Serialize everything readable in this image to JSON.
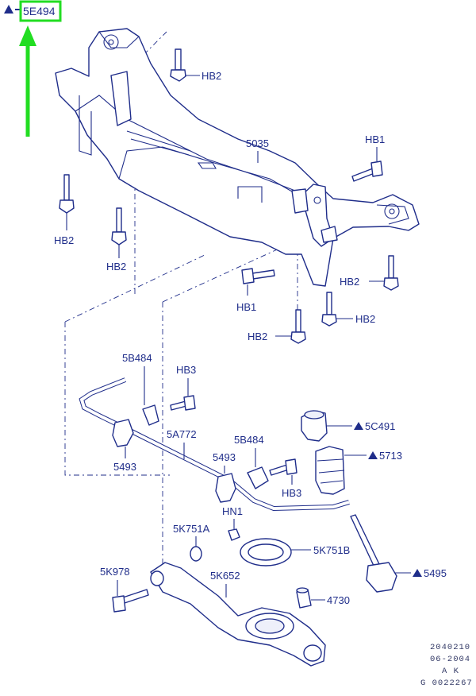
{
  "colors": {
    "line": "#1f2d8a",
    "highlight": "#22dd22",
    "background": "#ffffff"
  },
  "header_label": "5E494",
  "labels": {
    "hb2_a": "HB2",
    "c5035": "5035",
    "hb1_a": "HB1",
    "hb2_b": "HB2",
    "hb2_c": "HB2",
    "hb2_d": "HB2",
    "hb1_b": "HB1",
    "hb2_e": "HB2",
    "hb2_f": "HB2",
    "b5b484_a": "5B484",
    "hb3_a": "HB3",
    "c5a772": "5A772",
    "c5493_a": "5493",
    "c5b484_b": "5B484",
    "c5493_b": "5493",
    "hb3_b": "HB3",
    "hn1": "HN1",
    "c5c491": "5C491",
    "c5713": "5713",
    "c5k751a": "5K751A",
    "c5k751b": "5K751B",
    "c5k978": "5K978",
    "c5k652": "5K652",
    "c5495": "5495",
    "c4730": "4730"
  },
  "footer": {
    "line1": "2040210",
    "line2": "06-2004",
    "line3": "A K",
    "line4": "G 0022267"
  }
}
